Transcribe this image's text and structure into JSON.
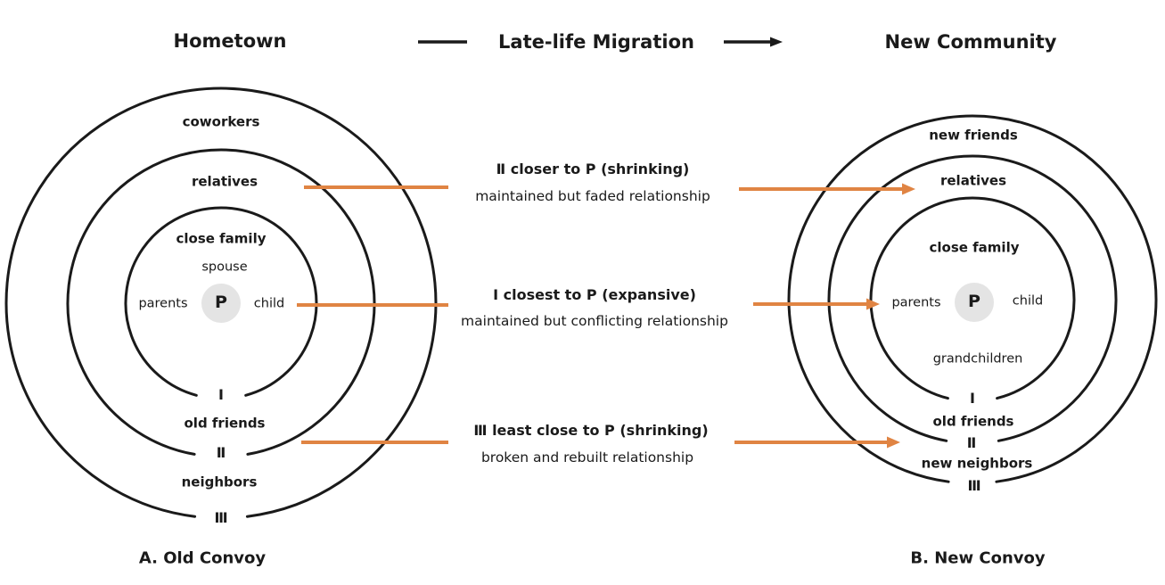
{
  "header": {
    "left_title": "Hometown",
    "center_title": "Late-life Migration",
    "right_title": "New Community"
  },
  "old_convoy": {
    "caption": "A. Old Convoy",
    "person_label": "P",
    "inner": {
      "top_label": "close family",
      "sub_label": "spouse",
      "left_label": "parents",
      "right_label": "child",
      "numeral": "Ⅰ"
    },
    "middle": {
      "top_label": "relatives",
      "bottom_label": "old friends",
      "numeral": "Ⅱ"
    },
    "outer": {
      "top_label": "coworkers",
      "bottom_label": "neighbors",
      "numeral": "Ⅲ"
    }
  },
  "new_convoy": {
    "caption": "B. New Convoy",
    "person_label": "P",
    "inner": {
      "top_label": "close family",
      "left_label": "parents",
      "right_label": "child",
      "bottom_label": "grandchildren",
      "numeral": "Ⅰ"
    },
    "middle": {
      "top_label": "relatives",
      "bottom_label": "old friends",
      "numeral": "Ⅱ"
    },
    "outer": {
      "top_label": "new friends",
      "bottom_label": "new neighbors",
      "numeral": "Ⅲ"
    }
  },
  "annotations": [
    {
      "title": "Ⅱ closer to P (shrinking)",
      "subtitle": "maintained but faded relationship"
    },
    {
      "title": "Ⅰ closest to P (expansive)",
      "subtitle": "maintained but conflicting relationship"
    },
    {
      "title": "Ⅲ least close to P (shrinking)",
      "subtitle": "broken and rebuilt relationship"
    }
  ],
  "icons": {
    "migration_arrow": "right-arrow",
    "flow_arrows": "right-arrow"
  },
  "colors": {
    "accent_orange": "#e08443",
    "ink": "#1a1a1a",
    "person_circle_fill": "#e4e4e4",
    "background": "#ffffff"
  }
}
